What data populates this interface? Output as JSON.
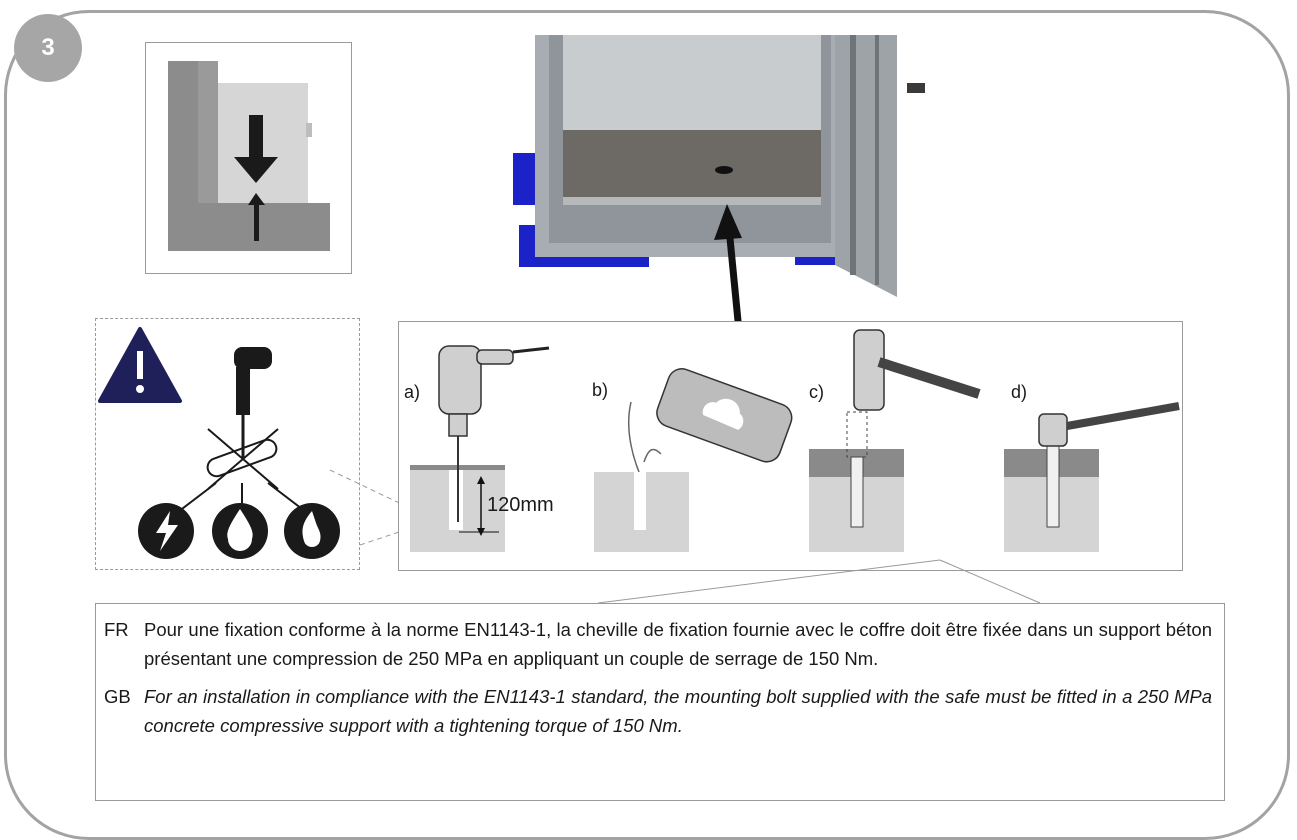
{
  "step_badge": "3",
  "steps": {
    "a": "a)",
    "b": "b)",
    "c": "c)",
    "d": "d)",
    "depth_label": "120mm"
  },
  "text": {
    "fr_code": "FR",
    "fr_text": "Pour une fixation conforme à la norme EN1143-1, la cheville de fixation fournie avec le coffre doit être fixée dans un support béton présentant une compression de 250 MPa en appliquant un couple de serrage de 150 Nm.",
    "gb_code": "GB",
    "gb_text": "For an installation in compliance with the EN1143-1 standard, the mounting bolt supplied with the safe must be fitted in a 250 MPa concrete compressive support with a tightening torque of 150 Nm."
  },
  "colors": {
    "frame": "#a3a3a3",
    "badge": "#a6a6a6",
    "warning_triangle": "#1f1f5a",
    "pallet_blue": "#1a22c8",
    "concrete_dark": "#8a8a8a",
    "concrete_light": "#d4d4d4"
  },
  "icons": [
    "warning-triangle-icon",
    "drill-icon",
    "electric-hazard-icon",
    "water-hazard-icon",
    "fire-hazard-icon"
  ]
}
